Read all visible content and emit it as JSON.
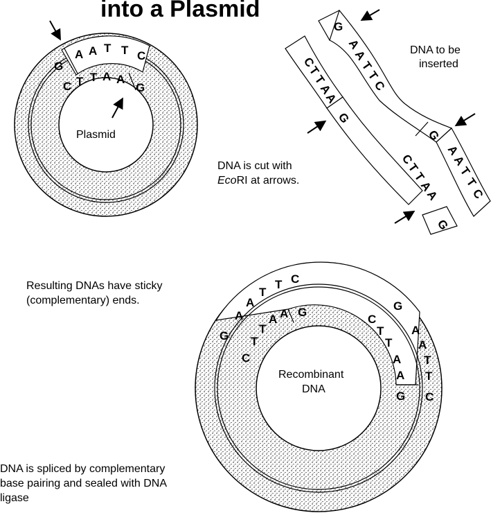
{
  "title": "into a Plasmid",
  "plasmid_label": "Plasmid",
  "insert_label": {
    "line1": "DNA to be",
    "line2": "inserted"
  },
  "cut_caption": {
    "line1": "DNA is cut with",
    "line2_italic": "Eco",
    "line2_rest": "RI at arrows."
  },
  "sticky_caption": {
    "line1": "Resulting DNAs have sticky",
    "line2": "(complementary) ends."
  },
  "recombinant_label": {
    "line1": "Recombinant",
    "line2": "DNA"
  },
  "splice_caption": {
    "line1": "DNA is spliced by complementary",
    "line2": "base pairing and sealed with DNA",
    "line3": "ligase"
  },
  "bases": {
    "plasmid_outer": [
      "G",
      "A",
      "A",
      "T",
      "T",
      "C"
    ],
    "plasmid_inner": [
      "C",
      "T",
      "T",
      "A",
      "A",
      "G"
    ],
    "insert_top_left": "G",
    "insert_top_right": [
      "A",
      "A",
      "T",
      "T",
      "C"
    ],
    "insert_left_top": [
      "C",
      "T",
      "T",
      "A",
      "A"
    ],
    "insert_left_g": "G",
    "insert_right_g": "G",
    "insert_right_bottom": [
      "A",
      "A",
      "T",
      "T",
      "C"
    ],
    "insert_bottom_cttaa": [
      "C",
      "T",
      "T",
      "A",
      "A"
    ],
    "insert_bottom_g": "G",
    "recomb_top": [
      "A",
      "A",
      "T",
      "T",
      "C"
    ],
    "recomb_left_outer": [
      "G",
      "C"
    ],
    "recomb_left_inner": [
      "T",
      "T",
      "A",
      "A",
      "G"
    ],
    "recomb_right_inner": [
      "C",
      "T",
      "T",
      "A",
      "A"
    ],
    "recomb_right_outer": [
      "G",
      "A",
      "A",
      "T",
      "T",
      "C"
    ],
    "recomb_right_g": "G"
  },
  "colors": {
    "stipple": "#000000",
    "paper": "#ffffff",
    "ink": "#000000"
  }
}
